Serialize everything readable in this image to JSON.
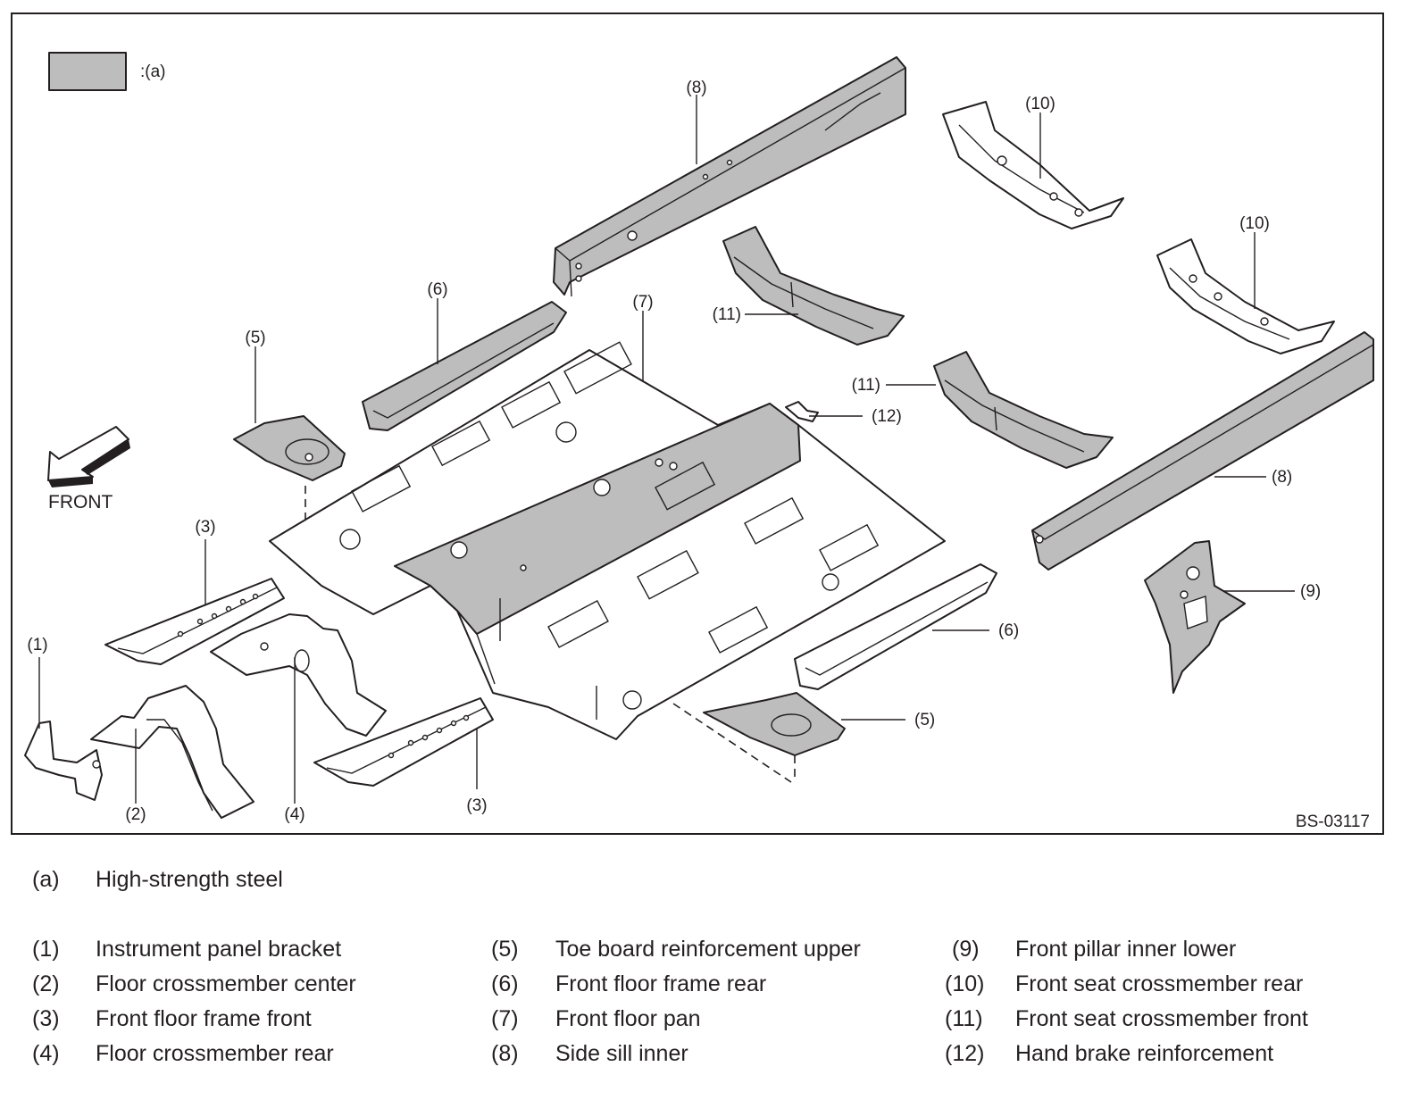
{
  "figure": {
    "key_label": ":(a)",
    "front_label": "FRONT",
    "code": "BS-03117",
    "colors": {
      "high_strength_steel": "#bdbdbd",
      "line": "#231f20"
    },
    "callouts": {
      "c1": "(1)",
      "c2": "(2)",
      "c3a": "(3)",
      "c3b": "(3)",
      "c4": "(4)",
      "c5a": "(5)",
      "c5b": "(5)",
      "c6a": "(6)",
      "c6b": "(6)",
      "c7": "(7)",
      "c8a": "(8)",
      "c8b": "(8)",
      "c9": "(9)",
      "c10a": "(10)",
      "c10b": "(10)",
      "c11a": "(11)",
      "c11b": "(11)",
      "c12": "(12)"
    }
  },
  "legend": {
    "a": {
      "num": "(a)",
      "label": "High-strength steel"
    },
    "items": [
      {
        "num": "(1)",
        "label": "Instrument panel bracket"
      },
      {
        "num": "(2)",
        "label": "Floor crossmember center"
      },
      {
        "num": "(3)",
        "label": "Front floor frame front"
      },
      {
        "num": "(4)",
        "label": "Floor crossmember rear"
      },
      {
        "num": "(5)",
        "label": "Toe board reinforcement upper"
      },
      {
        "num": "(6)",
        "label": "Front floor frame rear"
      },
      {
        "num": "(7)",
        "label": "Front floor pan"
      },
      {
        "num": "(8)",
        "label": "Side sill inner"
      },
      {
        "num": "(9)",
        "label": "Front pillar inner lower"
      },
      {
        "num": "(10)",
        "label": "Front seat crossmember rear"
      },
      {
        "num": "(11)",
        "label": "Front seat crossmember front"
      },
      {
        "num": "(12)",
        "label": "Hand brake reinforcement"
      }
    ]
  }
}
